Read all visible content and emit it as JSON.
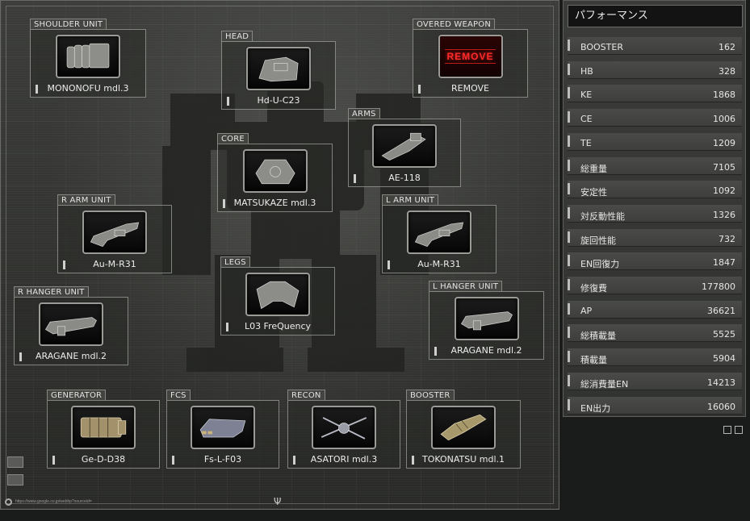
{
  "assembly": {
    "slots": {
      "shoulder_unit": {
        "category": "SHOULDER UNIT",
        "part": "MONONOFU mdl.3",
        "icon": "shoulder-missile-pod-icon"
      },
      "head": {
        "category": "HEAD",
        "part": "Hd-U-C23",
        "icon": "head-part-icon"
      },
      "overed_weapon": {
        "category": "OVERED WEAPON",
        "part": "REMOVE",
        "plate": "REMOVE",
        "icon": "remove-icon",
        "accent": "#ff2a2a"
      },
      "arms": {
        "category": "ARMS",
        "part": "AE-118",
        "icon": "arms-part-icon"
      },
      "core": {
        "category": "CORE",
        "part": "MATSUKAZE mdl.3",
        "icon": "core-part-icon"
      },
      "r_arm_unit": {
        "category": "R ARM UNIT",
        "part": "Au-M-R31",
        "icon": "rifle-icon"
      },
      "l_arm_unit": {
        "category": "L ARM UNIT",
        "part": "Au-M-R31",
        "icon": "rifle-icon"
      },
      "legs": {
        "category": "LEGS",
        "part": "L03 FreQuency",
        "icon": "legs-part-icon"
      },
      "r_hanger_unit": {
        "category": "R HANGER UNIT",
        "part": "ARAGANE mdl.2",
        "icon": "cannon-icon"
      },
      "l_hanger_unit": {
        "category": "L HANGER UNIT",
        "part": "ARAGANE mdl.2",
        "icon": "cannon-icon"
      },
      "generator": {
        "category": "GENERATOR",
        "part": "Ge-D-D38",
        "icon": "generator-icon"
      },
      "fcs": {
        "category": "FCS",
        "part": "Fs-L-F03",
        "icon": "fcs-chip-icon"
      },
      "recon": {
        "category": "RECON",
        "part": "ASATORI mdl.3",
        "icon": "recon-satellite-icon"
      },
      "booster": {
        "category": "BOOSTER",
        "part": "TOKONATSU mdl.1",
        "icon": "booster-nozzle-icon"
      }
    },
    "footer_url": "https://www.google.co.jp/webhp?sourceid="
  },
  "performance": {
    "title": "パフォーマンス",
    "stats": [
      {
        "label": "BOOSTER",
        "value": "162"
      },
      {
        "label": "HB",
        "value": "328"
      },
      {
        "label": "KE",
        "value": "1868"
      },
      {
        "label": "CE",
        "value": "1006"
      },
      {
        "label": "TE",
        "value": "1209"
      },
      {
        "label": "総重量",
        "value": "7105"
      },
      {
        "label": "安定性",
        "value": "1092"
      },
      {
        "label": "対反動性能",
        "value": "1326"
      },
      {
        "label": "旋回性能",
        "value": "732"
      },
      {
        "label": "EN回復力",
        "value": "1847"
      },
      {
        "label": "修復費",
        "value": "177800"
      },
      {
        "label": "AP",
        "value": "36621"
      },
      {
        "label": "総積載量",
        "value": "5525"
      },
      {
        "label": "積載量",
        "value": "5904"
      },
      {
        "label": "総消費量EN",
        "value": "14213"
      },
      {
        "label": "EN出力",
        "value": "16060"
      }
    ]
  }
}
